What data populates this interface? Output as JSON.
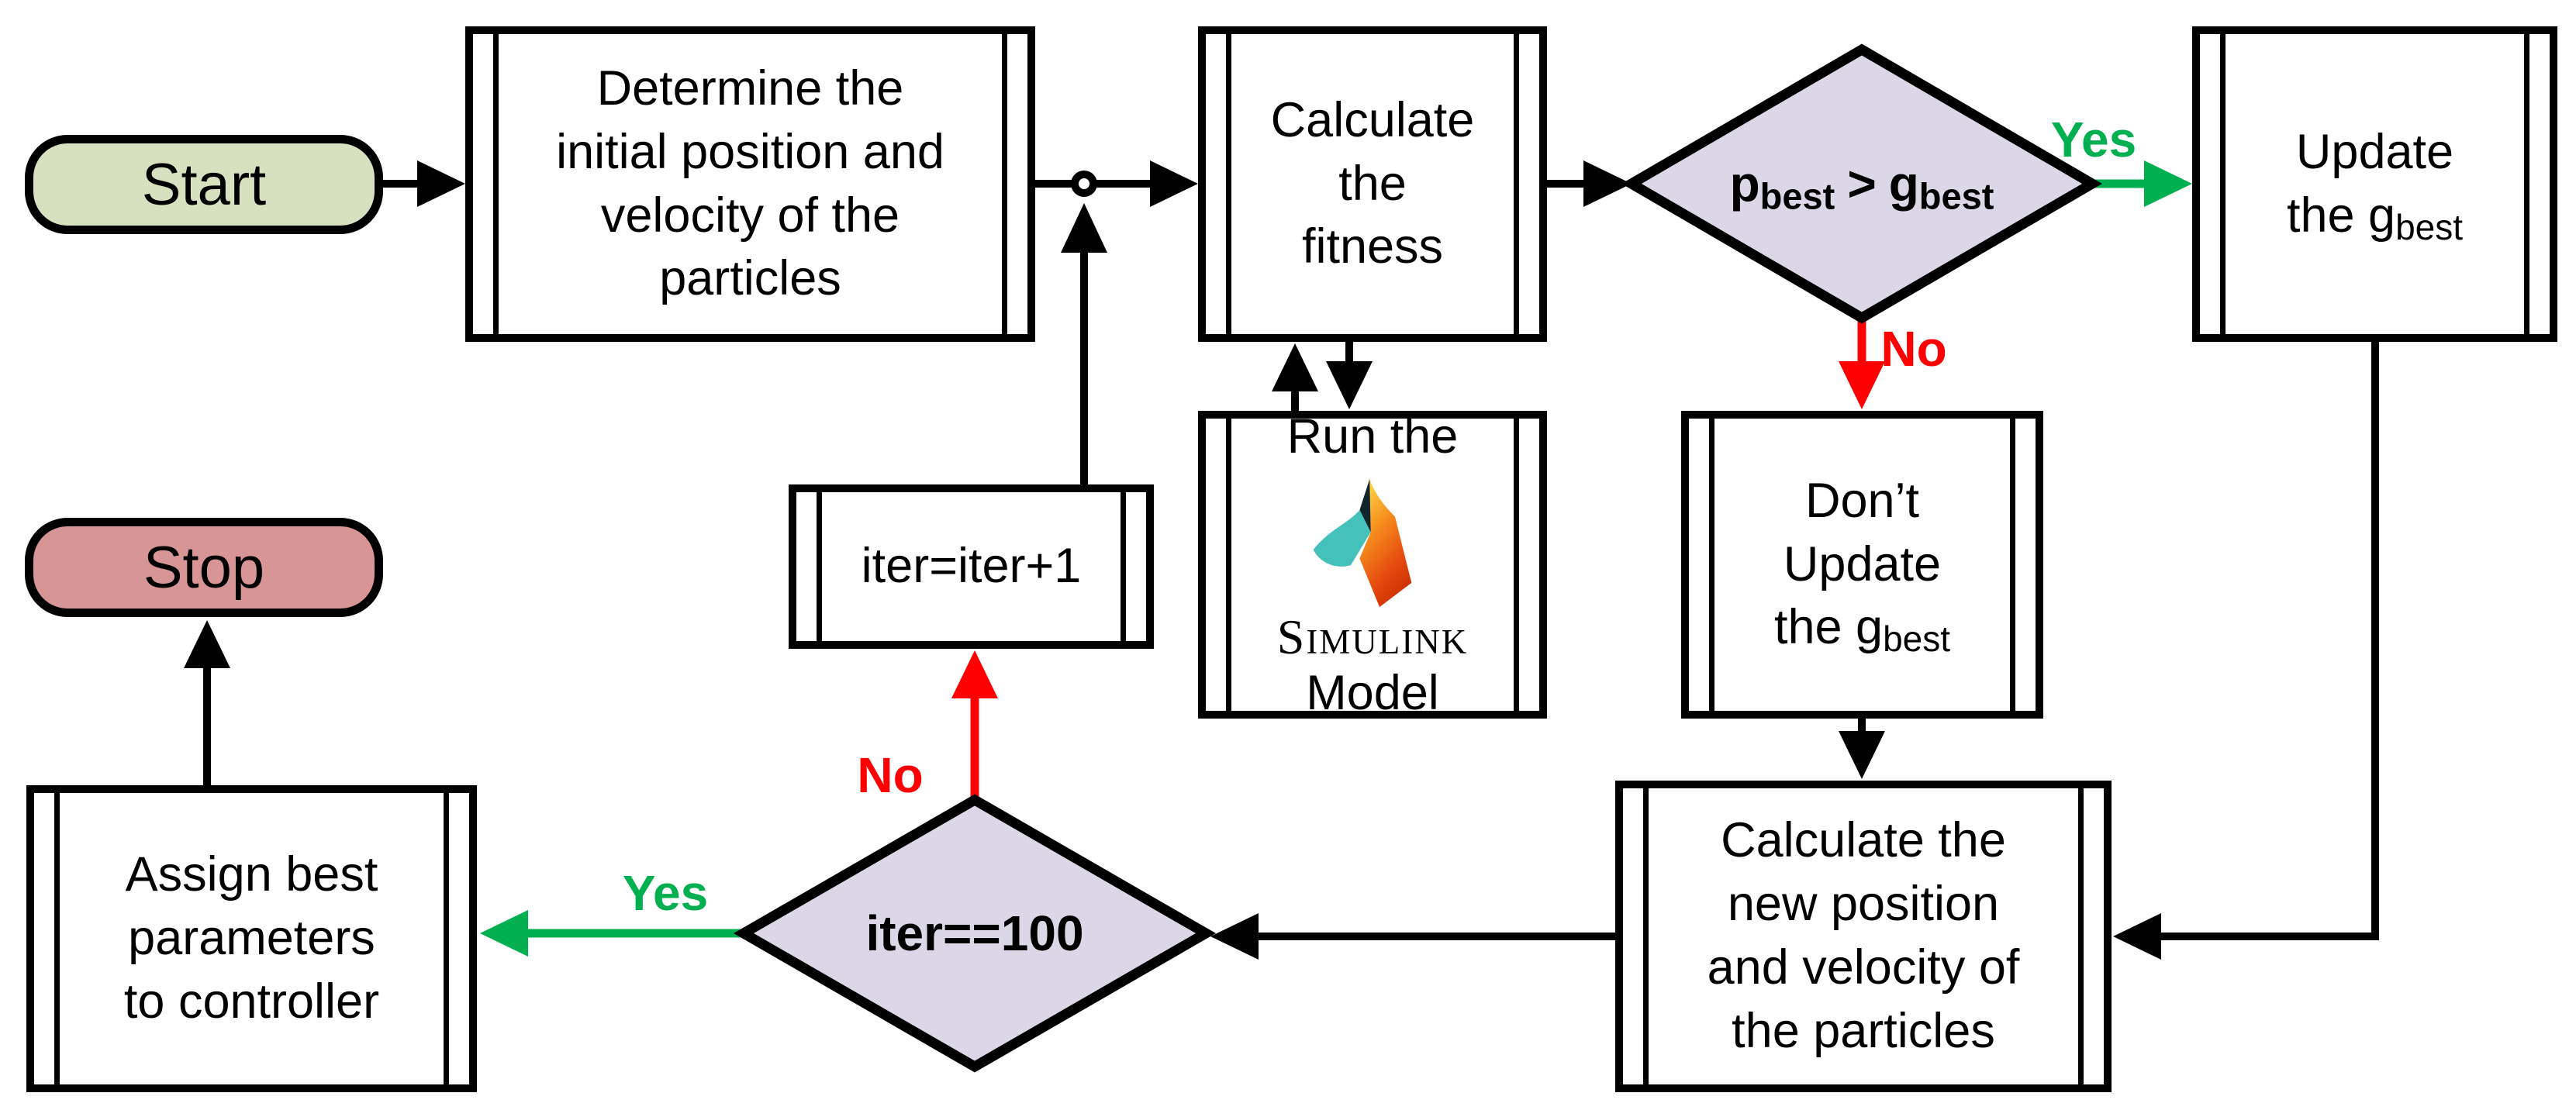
{
  "nodes": {
    "start": {
      "label": "Start"
    },
    "stop": {
      "label": "Stop"
    },
    "determine": {
      "label": "Determine the\ninitial position and\nvelocity of the\nparticles"
    },
    "calculate_fitness": {
      "label": "Calculate\nthe\nfitness"
    },
    "pbest_decision": {
      "lhs": "p",
      "lhs_sub": "best",
      "op": ">",
      "rhs": "g",
      "rhs_sub": "best"
    },
    "update_gbest": {
      "main": "Update\nthe g",
      "sub": "best"
    },
    "run_simulink": {
      "line1": "Run the",
      "brand": "Simulink",
      "line2": "Model",
      "logo": "simulink-logo"
    },
    "dont_update_gbest": {
      "main": "Don’t\nUpdate\nthe g",
      "sub": "best"
    },
    "iter_increment": {
      "label": "iter=iter+1"
    },
    "iter_decision": {
      "label": "iter==100"
    },
    "calculate_new": {
      "label": "Calculate the\nnew position\nand velocity of\nthe particles"
    },
    "assign": {
      "label": "Assign best\nparameters\nto controller"
    }
  },
  "edge_labels": {
    "pbest_yes": "Yes",
    "pbest_no": "No",
    "iter_yes": "Yes",
    "iter_no": "No"
  },
  "colors": {
    "start_fill": "#d7e0bf",
    "stop_fill": "#d89595",
    "decision_fill": "#dcd7e6",
    "yes_green": "#00b050",
    "no_red": "#ff0000",
    "line_black": "#000000"
  }
}
